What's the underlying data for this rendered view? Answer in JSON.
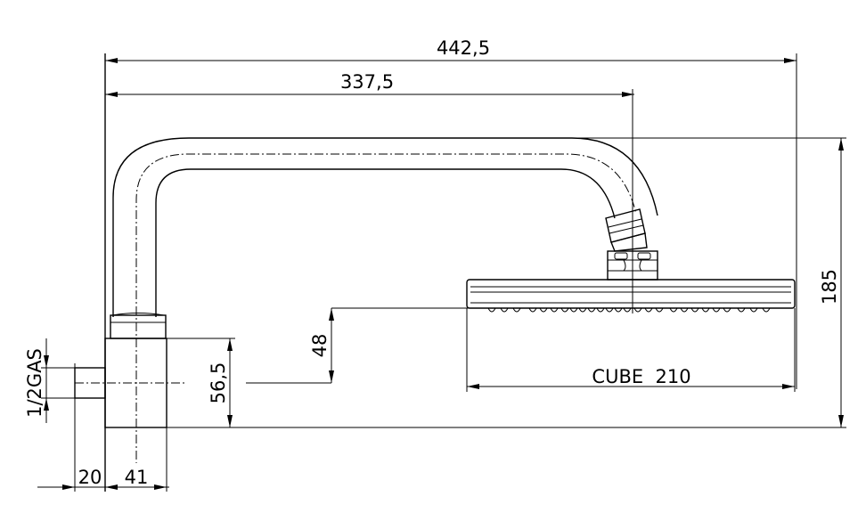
{
  "drawing": {
    "dimensions": {
      "overall_length": "442,5",
      "arm_length": "337,5",
      "height": "185",
      "head_drop": "48",
      "body_height": "56,5",
      "head_width": "CUBE  210",
      "thread": "1/2GAS",
      "nipple_length": "20",
      "body_width": "41"
    }
  }
}
